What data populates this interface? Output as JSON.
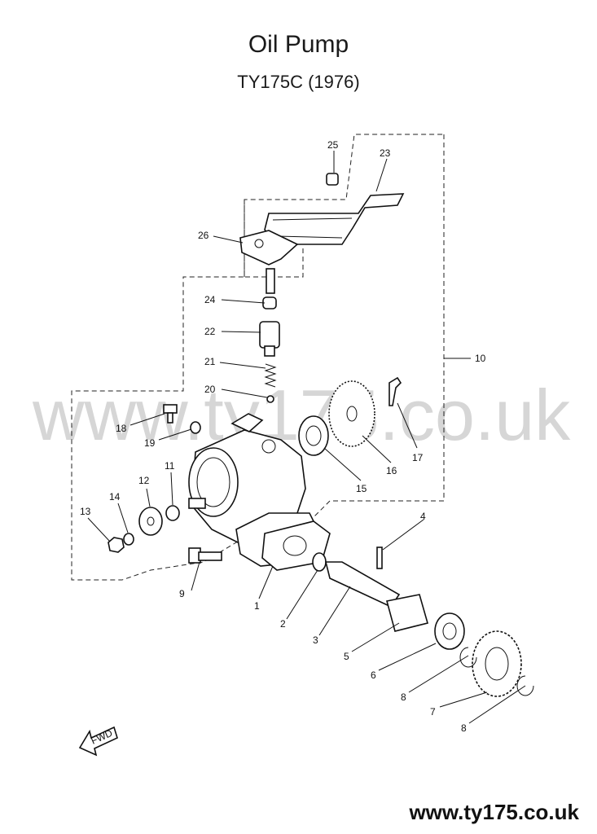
{
  "title": "Oil Pump",
  "subtitle": "TY175C (1976)",
  "watermark": "www.ty175.co.uk",
  "footer_url": "www.ty175.co.uk",
  "fwd_label": "FWD",
  "callouts": {
    "c1": "1",
    "c2": "2",
    "c3": "3",
    "c4": "4",
    "c5": "5",
    "c6": "6",
    "c7": "7",
    "c8a": "8",
    "c8b": "8",
    "c9": "9",
    "c10": "10",
    "c11": "11",
    "c12": "12",
    "c13": "13",
    "c14": "14",
    "c15": "15",
    "c16": "16",
    "c17": "17",
    "c18": "18",
    "c19": "19",
    "c20": "20",
    "c21": "21",
    "c22": "22",
    "c23": "23",
    "c24": "24",
    "c25": "25",
    "c26": "26"
  }
}
